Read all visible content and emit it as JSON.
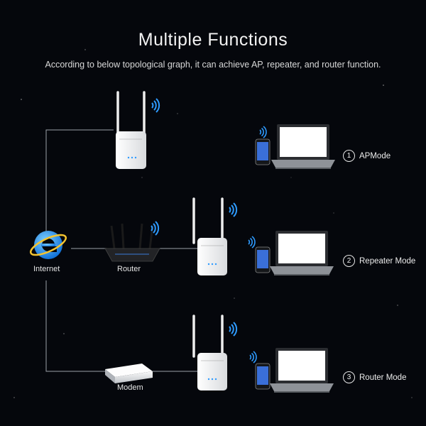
{
  "header": {
    "title": "Multiple Functions",
    "subtitle": "According to below topological graph, it can achieve AP, repeater, and router function."
  },
  "nodes": {
    "internet": {
      "label": "Internet",
      "icon": "internet-explorer-icon"
    },
    "router": {
      "label": "Router",
      "icon": "router-icon"
    },
    "modem": {
      "label": "Modem",
      "icon": "modem-icon"
    }
  },
  "modes": [
    {
      "number": "1",
      "label": "APMode"
    },
    {
      "number": "2",
      "label": "Repeater Mode"
    },
    {
      "number": "3",
      "label": "Router Mode"
    }
  ],
  "colors": {
    "background": "#05070c",
    "wifi": "#2e9bff",
    "line": "#9aa0a8",
    "device": "#f4f4f4",
    "laptop_screen": "#ffffff",
    "laptop_body": "#8e9298"
  }
}
